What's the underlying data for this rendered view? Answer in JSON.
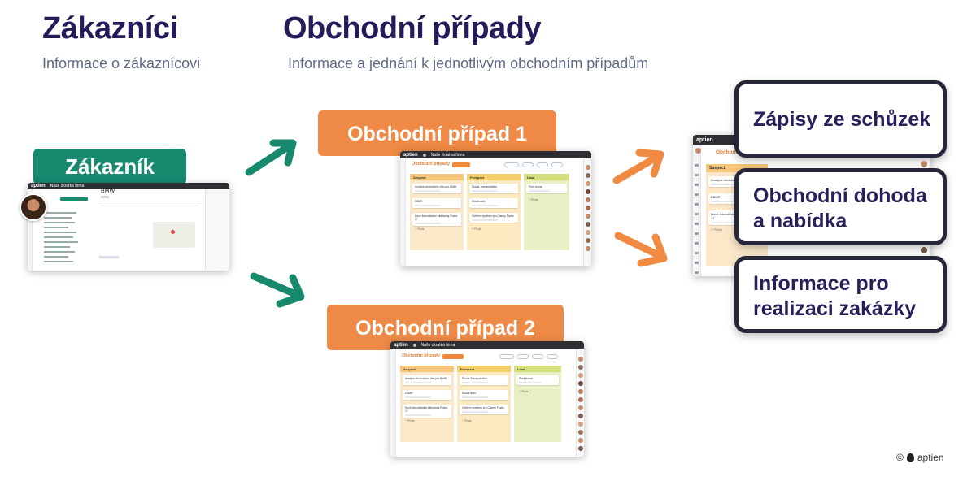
{
  "headings": {
    "customers_title": "Zákazníci",
    "customers_subtitle": "Informace o zákaznícovi",
    "cases_title": "Obchodní případy",
    "cases_subtitle": "Informace a jednání k jednotlivým obchodním případům"
  },
  "labels": {
    "customer": "Zákazník",
    "case_1": "Obchodní případ 1",
    "case_2": "Obchodní případ 2"
  },
  "notes": [
    {
      "text": "Zápisy ze schůzek"
    },
    {
      "line1": "Obchodní dohoda",
      "line2": "a nabídka"
    },
    {
      "line1": "Informace pro",
      "line2": "realizaci zakázky"
    }
  ],
  "customer_app": {
    "brand": "aptien",
    "company": "BMW",
    "breadcrumb": "Naše zkratka firma"
  },
  "case_app": {
    "brand": "aptien",
    "breadcrumb": "Naše zkratka firma",
    "module_title": "Obchodní případy",
    "columns": [
      {
        "name": "Suspect",
        "cards": [
          "Analýza obchodního trhu pro BMW",
          "EBMR",
          "Nové fotovoltaické elektrárny Praha 17"
        ]
      },
      {
        "name": "Prospect",
        "cards": [
          "Škoda Transportation",
          "Škoda Auto",
          "Ověření systému pro Clanny Praha"
        ]
      },
      {
        "name": "Lead",
        "cards": [
          "Pivní fronta"
        ]
      }
    ],
    "add_label": "+ Přidat"
  },
  "colors": {
    "heading": "#241c5a",
    "subtext": "#5f6b86",
    "green": "#16896f",
    "orange": "#ee8a45",
    "arrow_green": "#17896c",
    "arrow_orange": "#f08a42",
    "suspect": "#fbe8c9",
    "prospect": "#fbe9c0",
    "lead": "#e9efc2"
  },
  "footer": {
    "copyright": "©",
    "brand": "aptien"
  }
}
